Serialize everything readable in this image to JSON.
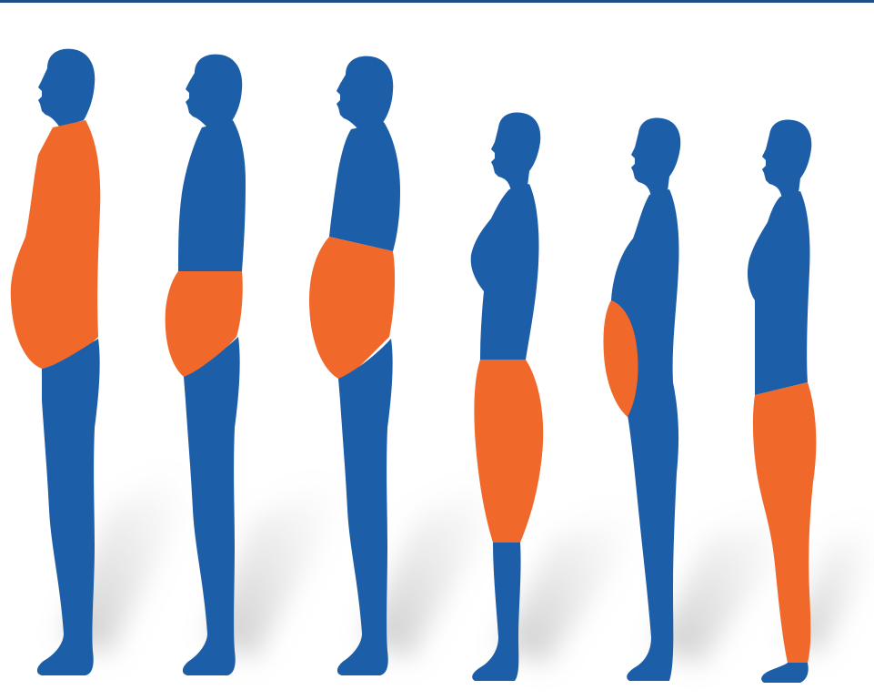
{
  "image": {
    "description_icon": "body-fat-distribution-silhouettes",
    "colors": {
      "body": "#1d5ea8",
      "fat": "#f0692a",
      "shadow": "#c9c9c9",
      "top_rule": "#1f4f87",
      "background": "#ffffff"
    },
    "figures": [
      {
        "id": "male-1",
        "sex": "male",
        "fat_region": "torso"
      },
      {
        "id": "male-2",
        "sex": "male",
        "fat_region": "abdomen-hips"
      },
      {
        "id": "male-3",
        "sex": "male",
        "fat_region": "belly"
      },
      {
        "id": "female-1",
        "sex": "female",
        "fat_region": "hips-thighs"
      },
      {
        "id": "female-2",
        "sex": "female",
        "fat_region": "belly"
      },
      {
        "id": "female-3",
        "sex": "female",
        "fat_region": "hips-legs"
      }
    ]
  }
}
